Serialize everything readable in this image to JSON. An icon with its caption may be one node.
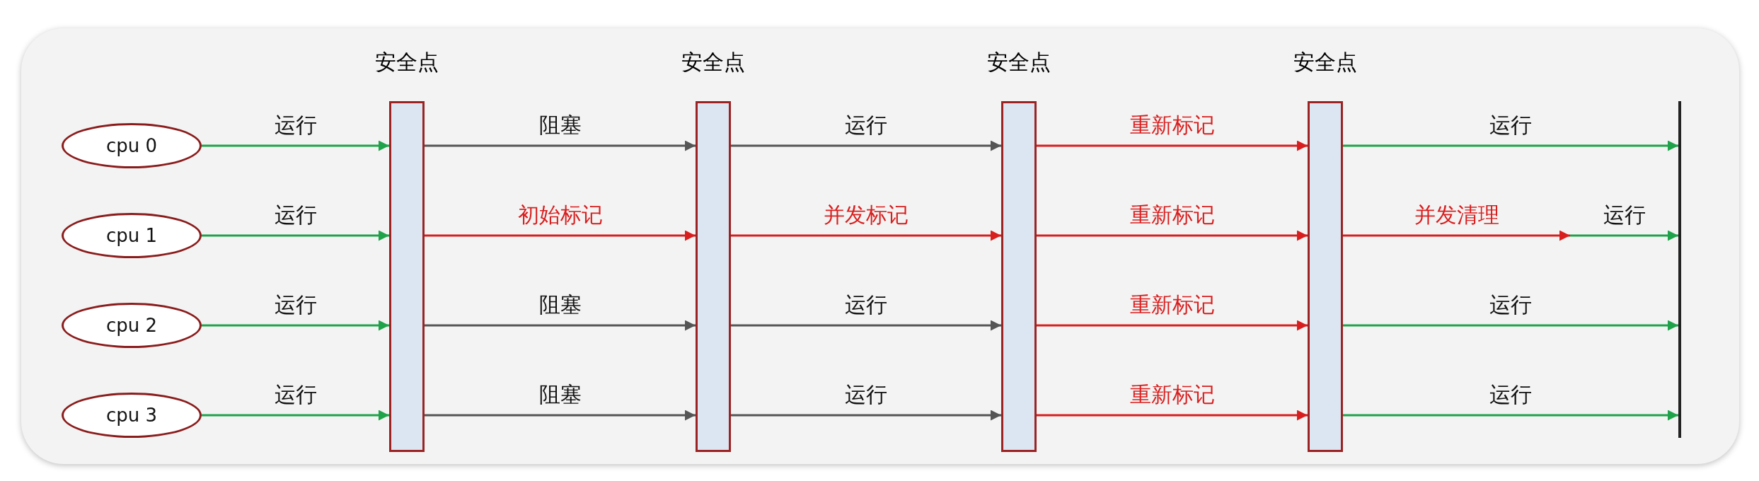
{
  "diagram": {
    "nodes": [
      {
        "text": [
          "cpu 0"
        ]
      },
      {
        "text": [
          "cpu 1"
        ]
      },
      {
        "text": [
          "cpu 2"
        ]
      },
      {
        "text": [
          "cpu 3"
        ]
      },
      {
        "text": [],
        "shape": "bar",
        "beside": [
          "安全点"
        ]
      },
      {
        "text": [],
        "shape": "bar",
        "beside": [
          "安全点"
        ]
      },
      {
        "text": [],
        "shape": "bar",
        "beside": [
          "安全点"
        ]
      },
      {
        "text": [],
        "shape": "bar",
        "beside": [
          "安全点"
        ]
      },
      {
        "text": [],
        "shape": "line"
      }
    ],
    "edges": [
      {
        "from": 0,
        "to": 4,
        "arrow": "to",
        "label": "运行"
      },
      {
        "from": 4,
        "to": 5,
        "arrow": "to",
        "label": "阻塞",
        "color": "#555555"
      },
      {
        "from": 5,
        "to": 6,
        "arrow": "to",
        "label": "运行",
        "color": "#555555"
      },
      {
        "from": 6,
        "to": 7,
        "arrow": "to",
        "label": "重新标记",
        "color": "#d81e1e"
      },
      {
        "from": 7,
        "to": 8,
        "arrow": "to",
        "label": "运行"
      },
      {
        "from": 1,
        "to": 4,
        "arrow": "to",
        "label": "运行"
      },
      {
        "from": 4,
        "to": 5,
        "arrow": "to",
        "label": "初始标记",
        "color": "#d81e1e"
      },
      {
        "from": 5,
        "to": 6,
        "arrow": "to",
        "label": "并发标记",
        "color": "#d81e1e"
      },
      {
        "from": 6,
        "to": 7,
        "arrow": "to",
        "label": "重新标记",
        "color": "#d81e1e"
      },
      {
        "from": 7,
        "to": null,
        "arrow": "to",
        "label": "并发清理",
        "color": "#d81e1e"
      },
      {
        "from": null,
        "to": 8,
        "arrow": "to",
        "label": "运行"
      },
      {
        "from": 2,
        "to": 4,
        "arrow": "to",
        "label": "运行"
      },
      {
        "from": 4,
        "to": 5,
        "arrow": "to",
        "label": "阻塞",
        "color": "#555555"
      },
      {
        "from": 5,
        "to": 6,
        "arrow": "to",
        "label": "运行",
        "color": "#555555"
      },
      {
        "from": 6,
        "to": 7,
        "arrow": "to",
        "label": "重新标记",
        "color": "#d81e1e"
      },
      {
        "from": 7,
        "to": 8,
        "arrow": "to",
        "label": "运行"
      },
      {
        "from": 3,
        "to": 4,
        "arrow": "to",
        "label": "运行"
      },
      {
        "from": 4,
        "to": 5,
        "arrow": "to",
        "label": "阻塞",
        "color": "#555555"
      },
      {
        "from": 5,
        "to": 6,
        "arrow": "to",
        "label": "运行",
        "color": "#555555"
      },
      {
        "from": 6,
        "to": 7,
        "arrow": "to",
        "label": "重新标记",
        "color": "#d81e1e"
      },
      {
        "from": 7,
        "to": 8,
        "arrow": "to",
        "label": "运行"
      }
    ]
  }
}
